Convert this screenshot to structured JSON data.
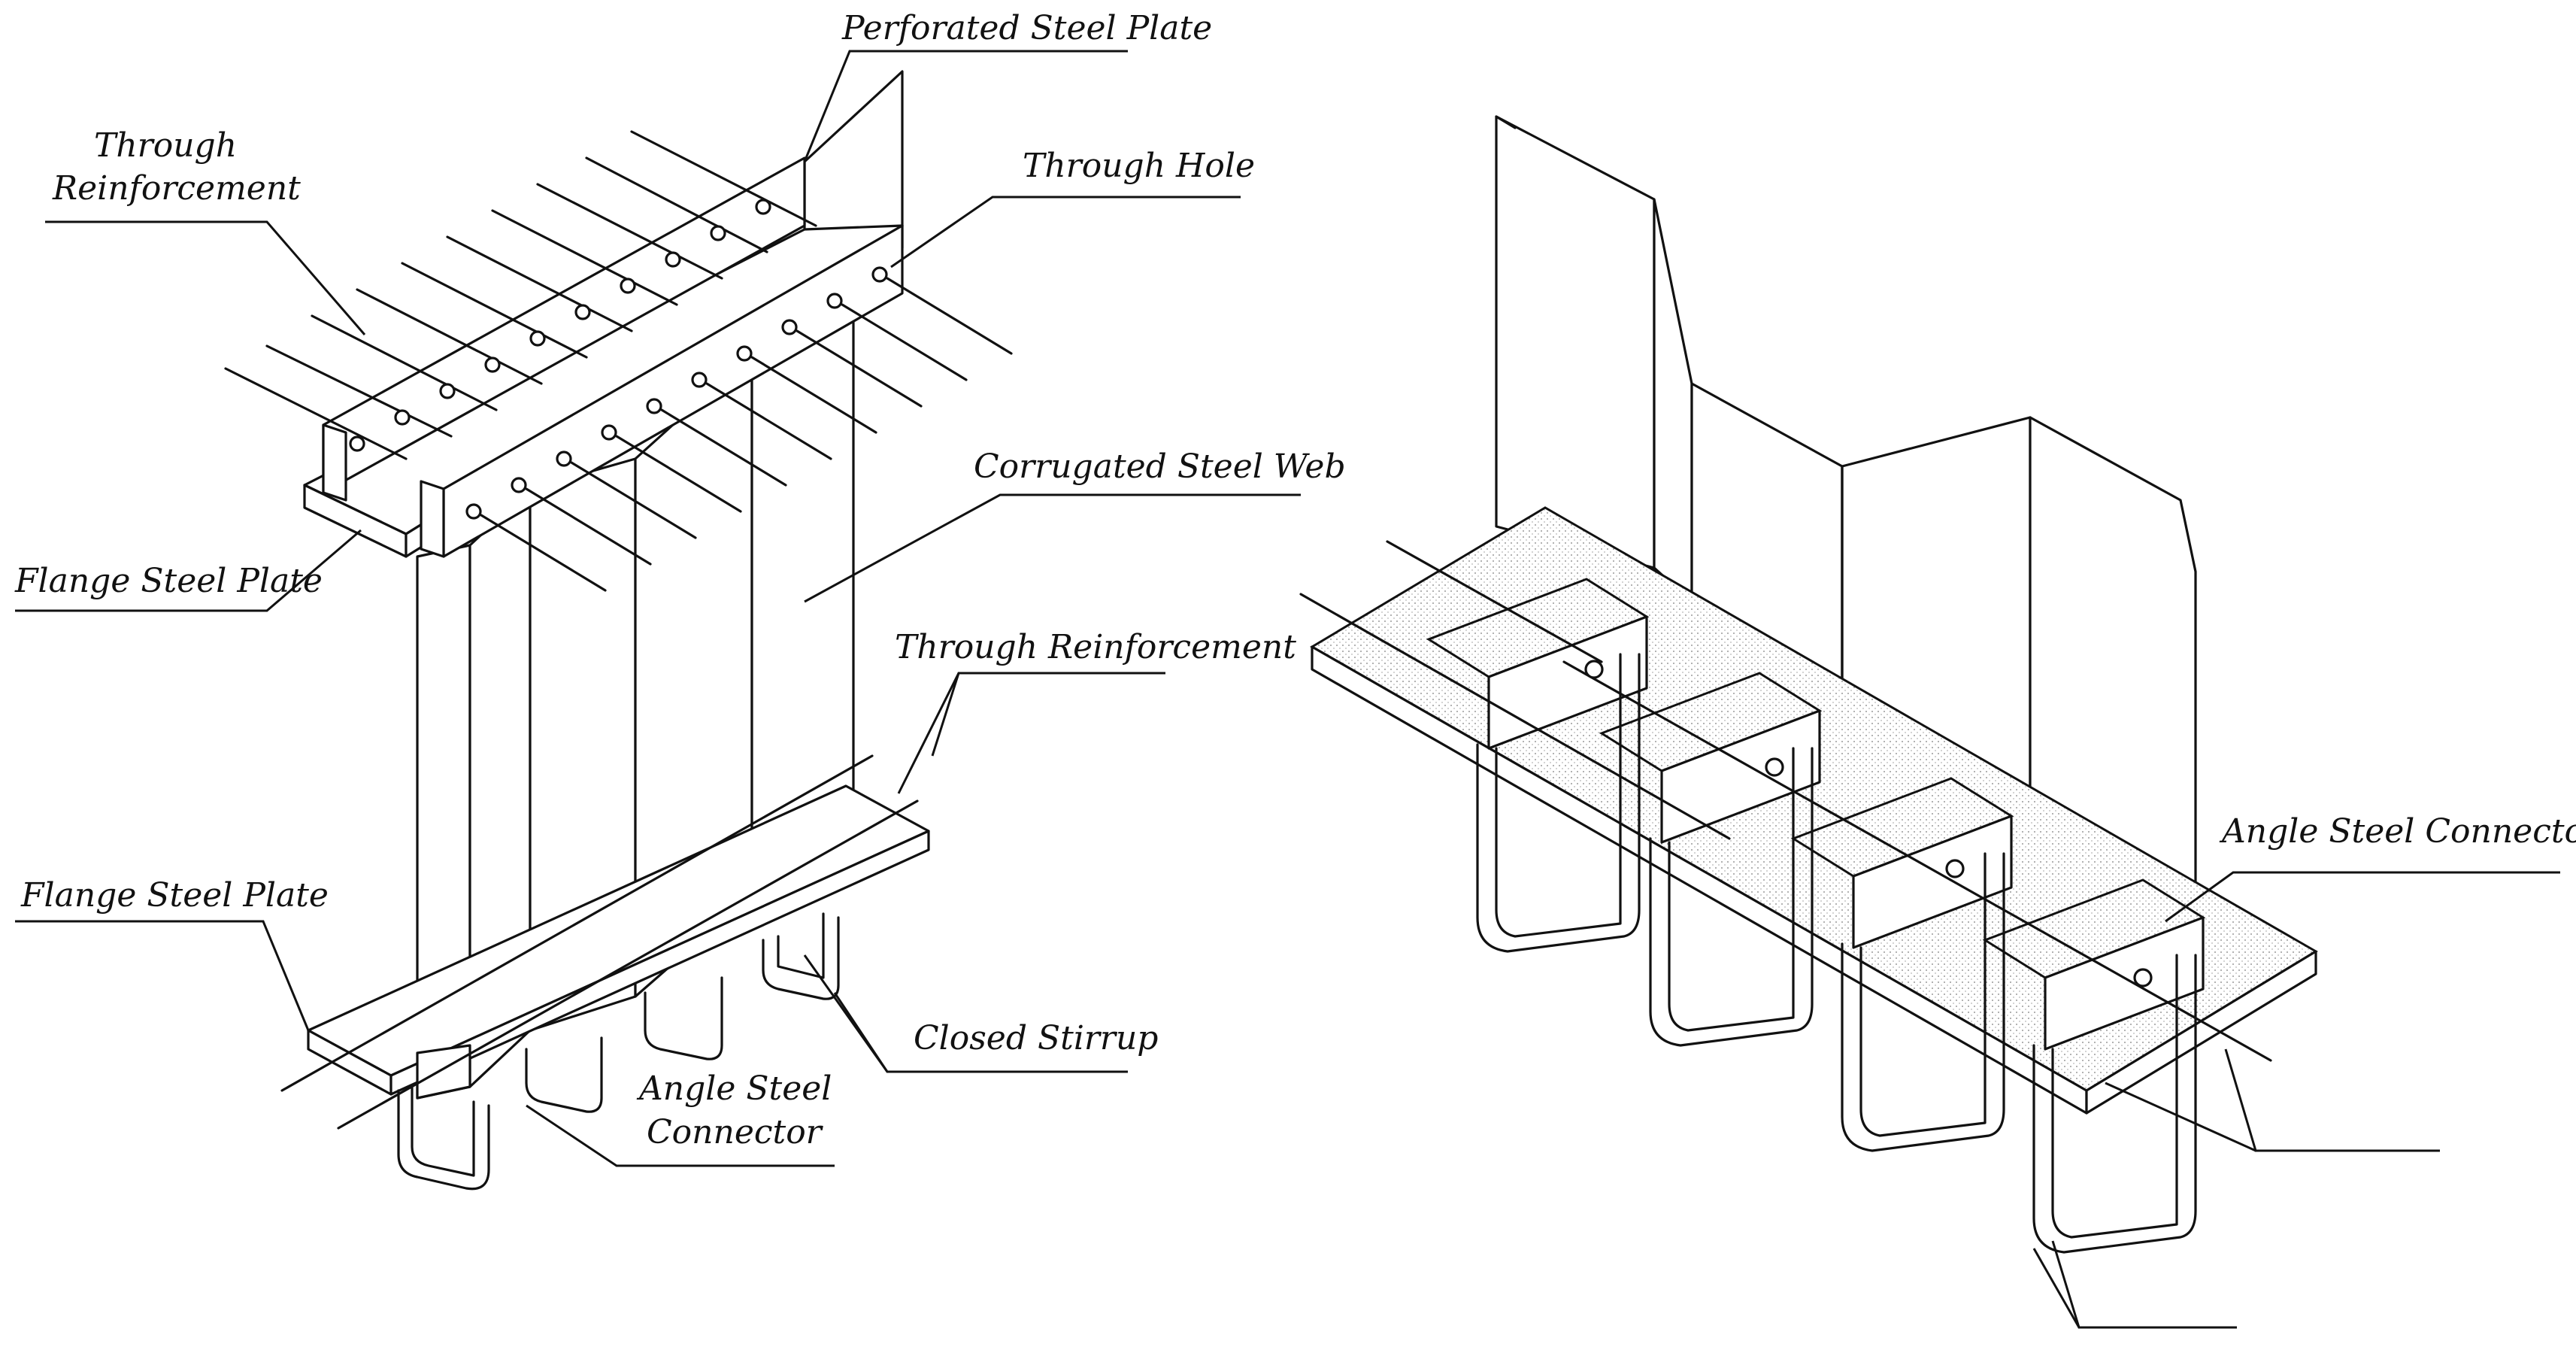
{
  "left_figure": {
    "labels": {
      "perforated_steel_plate": "Perforated Steel Plate",
      "through_reinforcement_top_line1": "Through",
      "through_reinforcement_top_line2": "Reinforcement",
      "through_hole": "Through Hole",
      "corrugated_steel_web": "Corrugated Steel Web",
      "flange_steel_plate_top": "Flange Steel Plate",
      "through_reinforcement_mid": "Through Reinforcement",
      "flange_steel_plate_bottom": "Flange Steel Plate",
      "closed_stirrup": "Closed Stirrup",
      "angle_steel_connector_line1": "Angle Steel",
      "angle_steel_connector_line2": "Connector"
    }
  },
  "right_figure": {
    "labels": {
      "angle_steel_connector": "Angle Steel Connector"
    }
  },
  "colors": {
    "ink": "#111111",
    "paper": "#ffffff",
    "stipple": "#9a9a9a"
  }
}
